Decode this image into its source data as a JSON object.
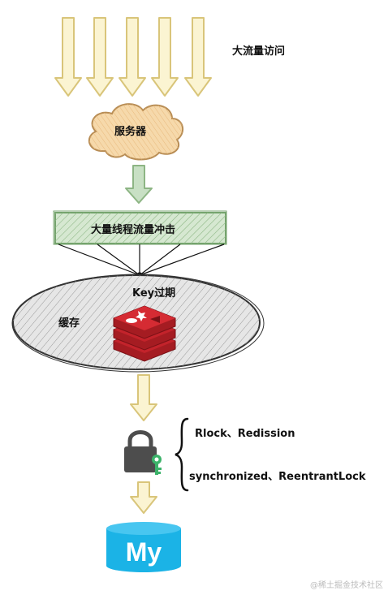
{
  "labels": {
    "traffic": "大流量访问",
    "server": "服务器",
    "thread_burst": "大量线程流量冲击",
    "key_expired": "Key过期",
    "cache": "缓存"
  },
  "lock_options": [
    "Rlock、Redission",
    "synchronized、ReentrantLock"
  ],
  "database_logo_text": "My",
  "watermark": "@稀土掘金技术社区",
  "colors": {
    "traffic_arrow_fill": "#fbf4d2",
    "traffic_arrow_stroke": "#d9c57a",
    "cloud_fill": "#f6d9ab",
    "cloud_stroke": "#b88d55",
    "green_arrow_fill": "#c8e0c4",
    "green_arrow_stroke": "#8db584",
    "thread_box_fill": "#d6e8d1",
    "thread_box_stroke": "#74a36c",
    "cache_fill": "#e6e6e6",
    "cache_stroke": "#333333",
    "redis_red": "#c3232b",
    "redis_dark": "#7a1116",
    "lock_body": "#4d4d4d",
    "key_green": "#3cb36a",
    "db_blue": "#1bb3e6"
  }
}
